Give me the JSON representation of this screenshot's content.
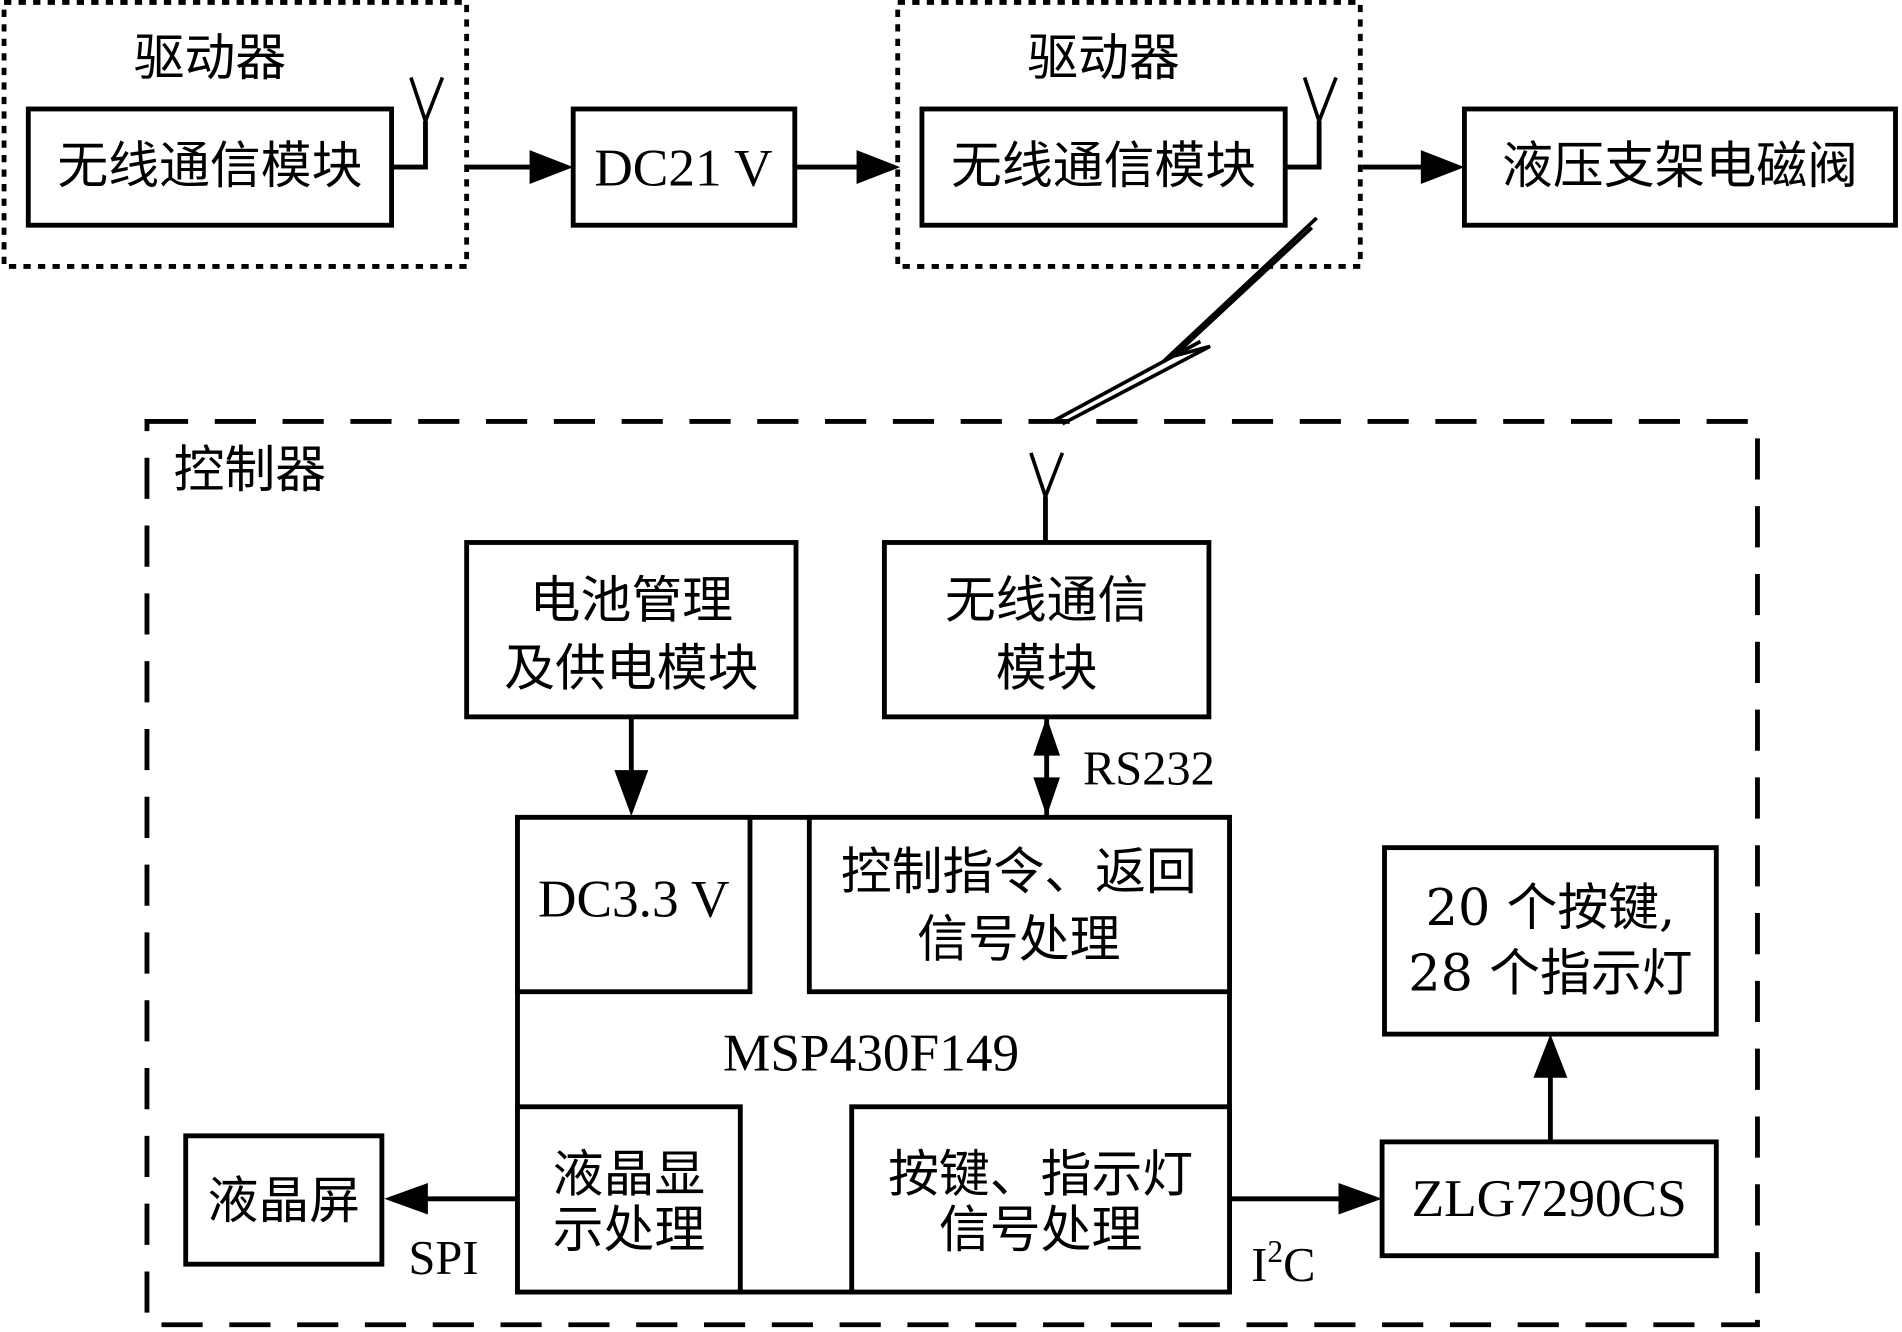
{
  "diagram": {
    "type": "block-diagram",
    "driver_left": {
      "label": "驱动器",
      "module": "无线通信模块"
    },
    "power_dc21": "DC21 V",
    "driver_right": {
      "label": "驱动器",
      "module": "无线通信模块"
    },
    "valve": "液压支架电磁阀",
    "controller": {
      "label": "控制器",
      "battery": [
        "电池管理",
        "及供电模块"
      ],
      "wireless": [
        "无线通信",
        "模块"
      ],
      "rs232_label": "RS232",
      "mcu": {
        "name": "MSP430F149",
        "dc33": "DC3.3 V",
        "cmd_processing": [
          "控制指令、返回",
          "信号处理"
        ],
        "lcd_processing": [
          "液晶显",
          "示处理"
        ],
        "key_processing": [
          "按键、指示灯",
          "信号处理"
        ]
      },
      "lcd": "液晶屏",
      "spi_label": "SPI",
      "i2c_label_main": "I",
      "i2c_label_sup": "2",
      "i2c_label_tail": "C",
      "zlg": "ZLG7290CS",
      "keys": [
        "20 个按键,",
        "28 个指示灯"
      ]
    },
    "connections": [
      {
        "from": "无线通信模块(左驱动器)",
        "to": "DC21 V",
        "type": "arrow"
      },
      {
        "from": "DC21 V",
        "to": "无线通信模块(右驱动器)",
        "type": "arrow"
      },
      {
        "from": "右驱动器",
        "to": "液压支架电磁阀",
        "type": "arrow"
      },
      {
        "from": "右驱动器天线",
        "to": "控制器天线",
        "type": "wireless-link"
      },
      {
        "from": "电池管理及供电模块",
        "to": "DC3.3 V",
        "type": "arrow"
      },
      {
        "from": "无线通信模块",
        "to": "控制指令、返回信号处理",
        "type": "bidirectional",
        "label": "RS232"
      },
      {
        "from": "液晶显示处理",
        "to": "液晶屏",
        "type": "arrow",
        "label": "SPI"
      },
      {
        "from": "按键、指示灯信号处理",
        "to": "ZLG7290CS",
        "type": "arrow",
        "label": "I2C"
      },
      {
        "from": "ZLG7290CS",
        "to": "20 个按键,28 个指示灯",
        "type": "arrow"
      }
    ]
  }
}
